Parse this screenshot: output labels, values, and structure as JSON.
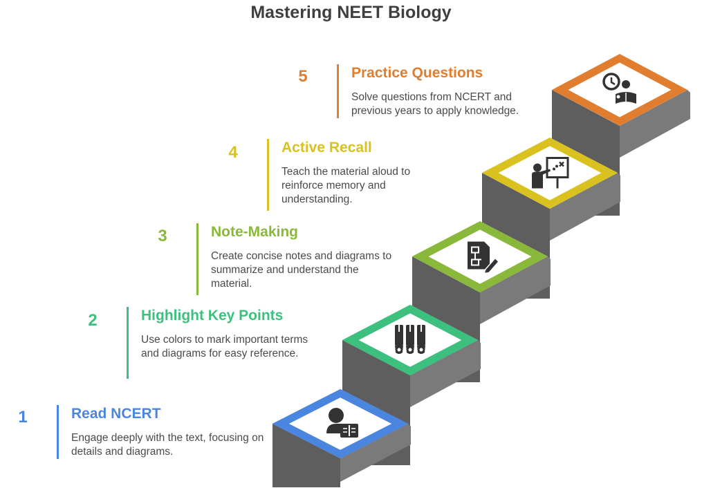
{
  "title": "Mastering NEET Biology",
  "steps": [
    {
      "number": "1",
      "heading": "Read NCERT",
      "description": "Engage deeply with the text, focusing on details and diagrams.",
      "color": "#4a86e0",
      "icon": "reading-student-icon"
    },
    {
      "number": "2",
      "heading": "Highlight Key Points",
      "description": "Use colors to mark important terms and diagrams for easy reference.",
      "color": "#3dbf7e",
      "icon": "highlighter-markers-icon"
    },
    {
      "number": "3",
      "heading": "Note-Making",
      "description": "Create concise notes and diagrams to summarize and understand the material.",
      "color": "#8ab83a",
      "icon": "note-edit-icon"
    },
    {
      "number": "4",
      "heading": "Active Recall",
      "description": "Teach the material aloud to reinforce memory and understanding.",
      "color": "#d9c120",
      "icon": "teacher-board-icon"
    },
    {
      "number": "5",
      "heading": "Practice Questions",
      "description": "Solve questions from NCERT and previous years to apply knowledge.",
      "color": "#e07d2e",
      "icon": "timed-study-icon"
    }
  ]
}
